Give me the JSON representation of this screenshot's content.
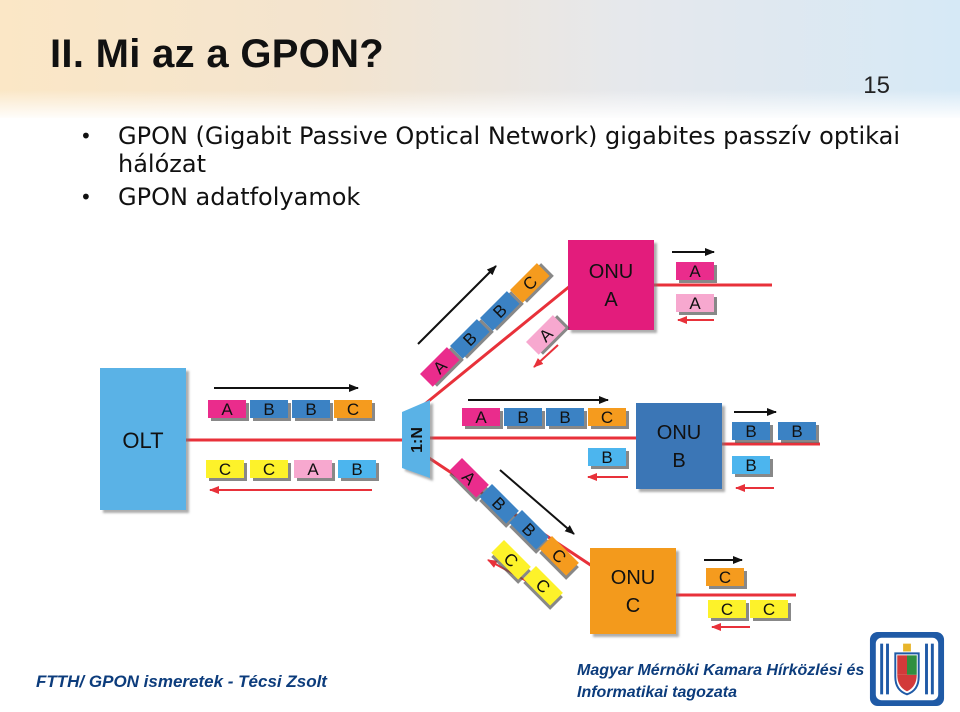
{
  "slide": {
    "title": "II. Mi az a GPON?",
    "page_number": "15",
    "bullets": [
      "GPON (Gigabit Passive Optical Network) gigabites passzív optikai hálózat",
      "GPON adatfolyamok"
    ]
  },
  "diagram": {
    "olt_label": "OLT",
    "splitter_label": "1:N",
    "onu_a": {
      "line1": "ONU",
      "line2": "A"
    },
    "onu_b": {
      "line1": "ONU",
      "line2": "B"
    },
    "onu_c": {
      "line1": "ONU",
      "line2": "C"
    },
    "downstream_olt": [
      "A",
      "B",
      "B",
      "C"
    ],
    "upstream_olt": [
      "C",
      "C",
      "A",
      "B"
    ],
    "downstream_to_a": [
      "A",
      "B",
      "B",
      "C"
    ],
    "upstream_from_a": [
      "A"
    ],
    "downstream_to_b": [
      "A",
      "B",
      "B",
      "C"
    ],
    "upstream_from_b": [
      "B"
    ],
    "downstream_to_c": [
      "A",
      "B",
      "B",
      "C"
    ],
    "upstream_from_c": [
      "C",
      "C"
    ],
    "onu_a_out": "A",
    "onu_a_in": "A",
    "onu_b_out": [
      "B",
      "B"
    ],
    "onu_b_in": "B",
    "onu_c_out": "C",
    "onu_c_in": [
      "C",
      "C"
    ],
    "colors": {
      "A": "#ea2c8c",
      "B": "#3b82c4",
      "C": "#f59b1e",
      "A_up": "#f7a8cf",
      "B_up": "#4cb5ee",
      "C_up": "#fdf22a",
      "olt": "#5ab2e6",
      "onu_a": "#e31d7b",
      "onu_b": "#3a76b6",
      "onu_c": "#f39a1f",
      "splitter": "#5ab2e6",
      "fiber": "#e8313a"
    }
  },
  "footer": {
    "left": "FTTH/ GPON ismeretek - Técsi Zsolt",
    "right_line1": "Magyar Mérnöki Kamara Hírközlési és",
    "right_line2": "Informatikai tagozata"
  }
}
